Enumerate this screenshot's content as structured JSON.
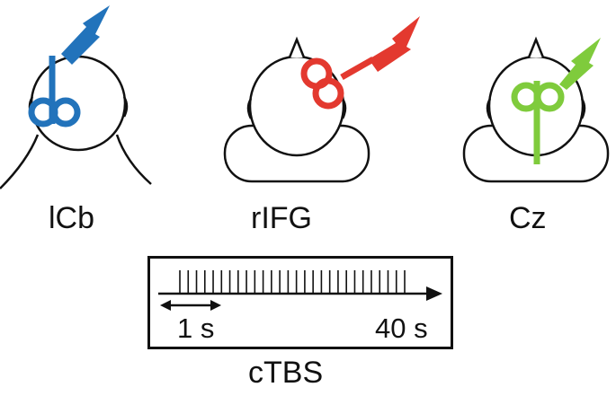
{
  "panels": [
    {
      "id": "lcb",
      "label": "lCb",
      "color": "#2273bb"
    },
    {
      "id": "rifg",
      "label": "rIFG",
      "color": "#e3392f"
    },
    {
      "id": "cz",
      "label": "Cz",
      "color": "#7fcb3c"
    }
  ],
  "protocol": {
    "name": "cTBS",
    "scale_short": "1 s",
    "scale_long": "40 s",
    "burst_count": 28
  }
}
